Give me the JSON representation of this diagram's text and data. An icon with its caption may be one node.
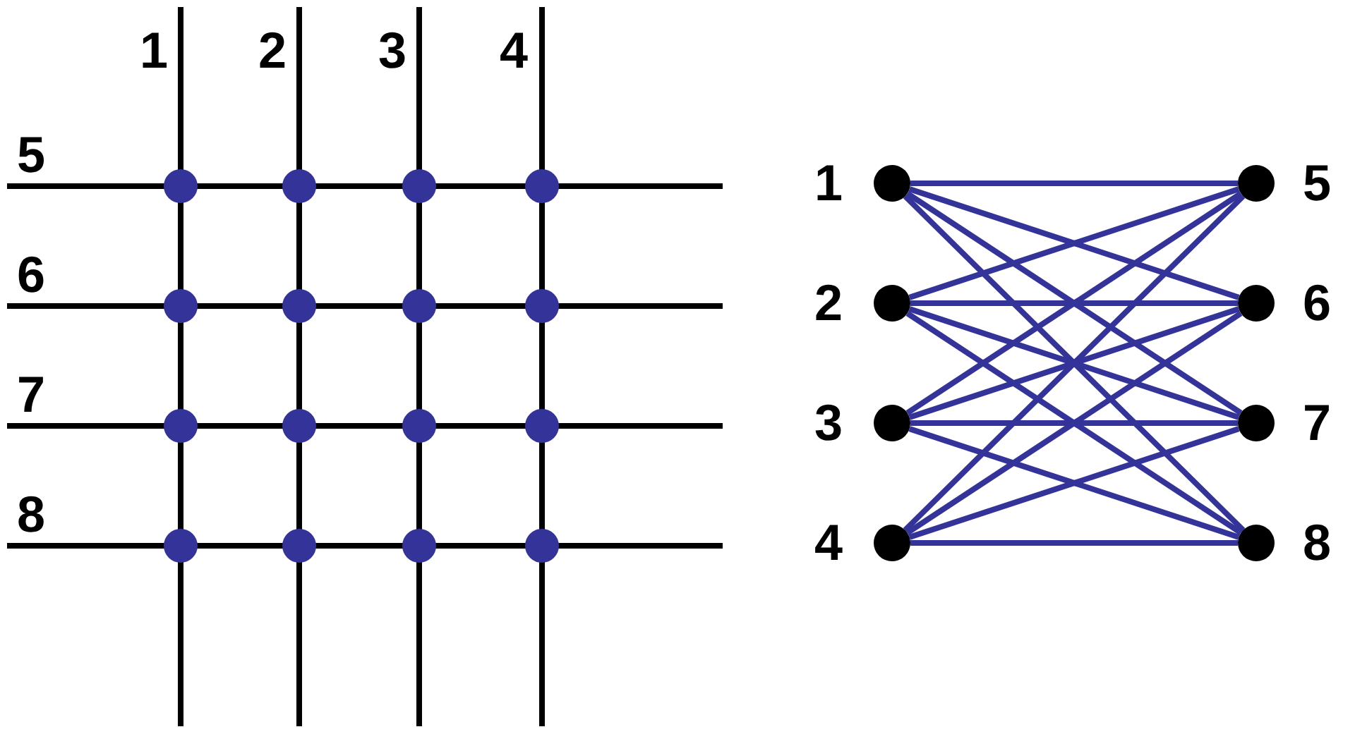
{
  "diagram": {
    "nodes": [
      {
        "text": [],
        "shape": "circle",
        "beside": [
          "1"
        ]
      },
      {
        "text": [],
        "shape": "circle",
        "beside": [
          "2"
        ]
      },
      {
        "text": [],
        "shape": "circle",
        "beside": [
          "3"
        ]
      },
      {
        "text": [],
        "shape": "circle",
        "beside": [
          "4"
        ]
      },
      {
        "text": [],
        "shape": "circle",
        "beside": [
          "5"
        ]
      },
      {
        "text": [],
        "shape": "circle",
        "beside": [
          "6"
        ]
      },
      {
        "text": [],
        "shape": "circle",
        "beside": [
          "7"
        ]
      },
      {
        "text": [],
        "shape": "circle",
        "beside": [
          "8"
        ]
      }
    ],
    "edges": [
      {
        "from": 0,
        "to": 4,
        "arrow": "none"
      },
      {
        "from": 0,
        "to": 5,
        "arrow": "none"
      },
      {
        "from": 0,
        "to": 6,
        "arrow": "none"
      },
      {
        "from": 0,
        "to": 7,
        "arrow": "none"
      },
      {
        "from": 1,
        "to": 4,
        "arrow": "none"
      },
      {
        "from": 1,
        "to": 5,
        "arrow": "none"
      },
      {
        "from": 1,
        "to": 6,
        "arrow": "none"
      },
      {
        "from": 1,
        "to": 7,
        "arrow": "none"
      },
      {
        "from": 2,
        "to": 4,
        "arrow": "none"
      },
      {
        "from": 2,
        "to": 5,
        "arrow": "none"
      },
      {
        "from": 2,
        "to": 6,
        "arrow": "none"
      },
      {
        "from": 2,
        "to": 7,
        "arrow": "none"
      },
      {
        "from": 3,
        "to": 4,
        "arrow": "none"
      },
      {
        "from": 3,
        "to": 5,
        "arrow": "none"
      },
      {
        "from": 3,
        "to": 6,
        "arrow": "none"
      },
      {
        "from": 3,
        "to": 7,
        "arrow": "none"
      }
    ],
    "labels": [
      "1",
      "2",
      "3",
      "4",
      "5",
      "6",
      "7",
      "8"
    ]
  }
}
